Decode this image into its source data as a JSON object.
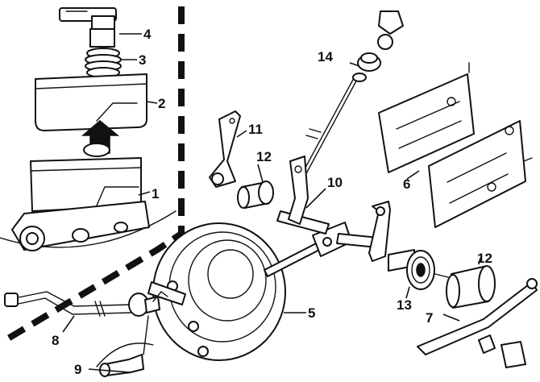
{
  "callouts": {
    "c1": "1",
    "c2": "2",
    "c3": "3",
    "c4": "4",
    "c5": "5",
    "c6": "6",
    "c7": "7",
    "c8": "8",
    "c9": "9",
    "c10": "10",
    "c11": "11",
    "c12a": "12",
    "c12b": "12",
    "c13": "13",
    "c14": "14"
  },
  "colors": {
    "ink": "#111111",
    "paper": "#ffffff"
  }
}
